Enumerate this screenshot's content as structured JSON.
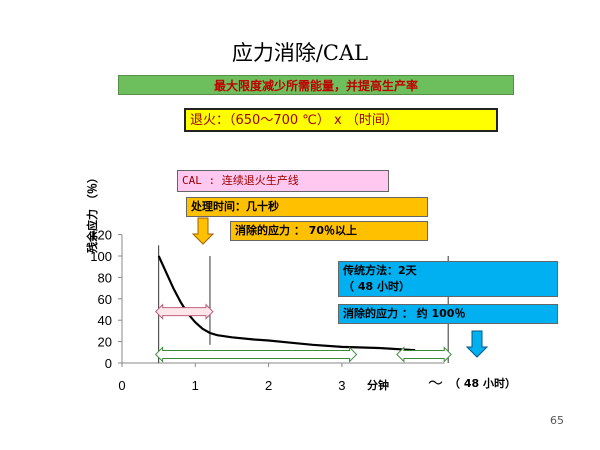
{
  "title": "应力消除/CAL",
  "banner": "最大限度减少所需能量，并提高生产率",
  "boxes": {
    "anneal": "退火：（650～700 ℃） x （时间）",
    "cal": "CAL : 连续退火生产线",
    "processing_time": "处理时间：几十秒",
    "removed_stress_cal": "消除的应力 ： 70％以上",
    "traditional_line1": "传统方法：2天",
    "traditional_line2": "（ 48 小时）",
    "removed_stress_traditional": "消除的应力 ：  约 100％"
  },
  "x_unit_label": "分钟",
  "x_tilde": "～",
  "x_48h_label": "（ 48 小时）",
  "page_number": "65",
  "colors": {
    "banner": "#6cbf5c",
    "anneal_box": "#ffff00",
    "cal_box": "#ffc8f0",
    "orange_box": "#ffc000",
    "blue_box": "#00b0f0",
    "curve": "#000000"
  },
  "chart_data": {
    "type": "line",
    "ylabel": "残余应力 （％）",
    "xlabel": "分钟",
    "xlim": [
      0,
      4.4
    ],
    "ylim": [
      0,
      120
    ],
    "xticks": [
      0,
      1,
      2,
      3
    ],
    "yticks": [
      0,
      20,
      40,
      60,
      80,
      100,
      120
    ],
    "grid": false,
    "series": [
      {
        "x": [
          0.5,
          0.6,
          0.7,
          0.8,
          0.9,
          1.0,
          1.1,
          1.2,
          1.3,
          1.5,
          1.8,
          2.0,
          2.3,
          2.6,
          3.0,
          3.5,
          4.0
        ],
        "y": [
          100,
          85,
          70,
          57,
          46,
          38,
          32,
          28,
          26,
          24,
          22,
          21,
          19,
          17,
          15,
          14,
          12
        ]
      }
    ],
    "annotations": {
      "vertical_lines_x": [
        0.5,
        1.2,
        4.45
      ],
      "cal_range_arrow": [
        0.5,
        1.2
      ],
      "traditional_range_arrow": [
        0.5,
        4.45
      ]
    }
  }
}
